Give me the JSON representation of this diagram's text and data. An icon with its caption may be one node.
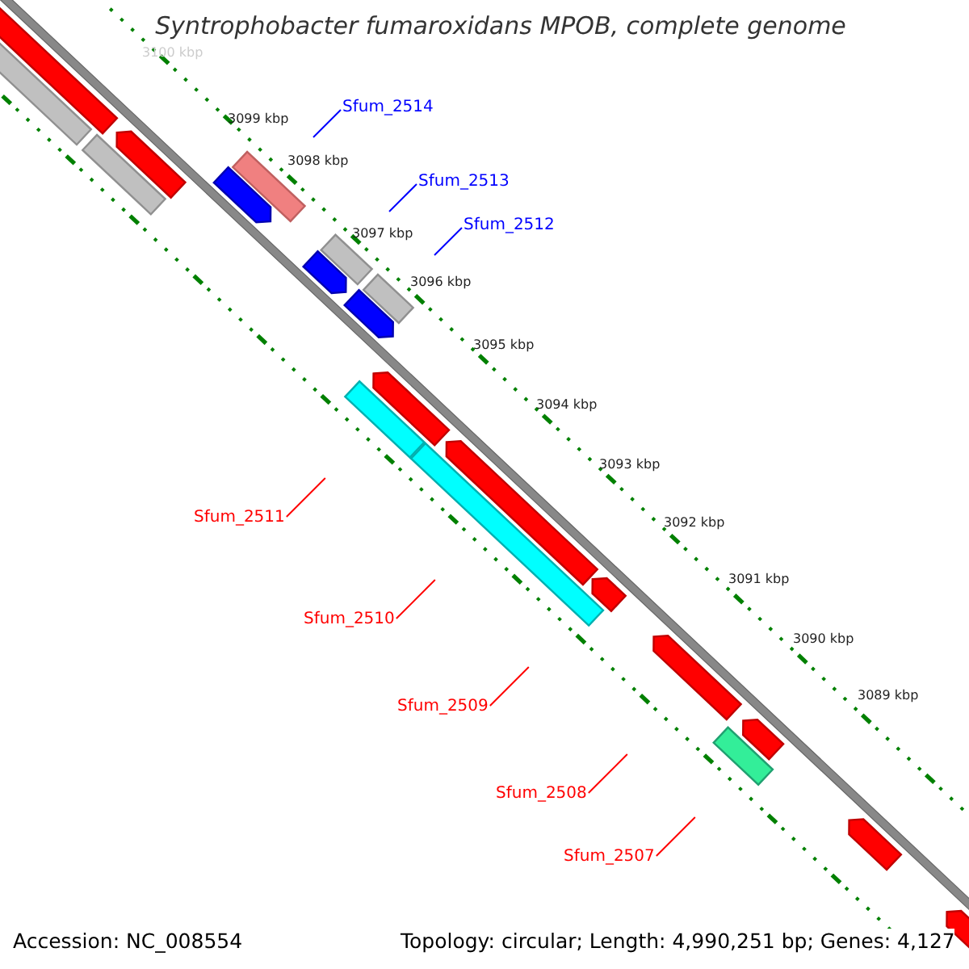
{
  "diagram": {
    "title": "Syntrophobacter fumaroxidans MPOB, complete genome",
    "nodes": [
      {
        "text": [
          "Sfum_2514"
        ]
      },
      {
        "text": [
          "Sfum_2513"
        ]
      },
      {
        "text": [
          "Sfum_2512"
        ]
      },
      {
        "text": [
          "Sfum_2511"
        ]
      },
      {
        "text": [
          "Sfum_2510"
        ]
      },
      {
        "text": [
          "Sfum_2509"
        ]
      },
      {
        "text": [
          "Sfum_2508"
        ]
      },
      {
        "text": [
          "Sfum_2507"
        ]
      }
    ],
    "edges": [
      {
        "from": 0,
        "to": null,
        "arrow": "none",
        "color": "#0000ff"
      },
      {
        "from": 1,
        "to": null,
        "arrow": "none",
        "color": "#0000ff"
      },
      {
        "from": 2,
        "to": null,
        "arrow": "none",
        "color": "#0000ff"
      },
      {
        "from": 3,
        "to": null,
        "arrow": "none"
      },
      {
        "from": 4,
        "to": null,
        "arrow": "none"
      },
      {
        "from": 5,
        "to": null,
        "arrow": "none"
      },
      {
        "from": 6,
        "to": null,
        "arrow": "none"
      },
      {
        "from": 7,
        "to": null,
        "arrow": "none"
      }
    ],
    "labels": [
      "3100 kbp",
      "3099 kbp",
      "3098 kbp",
      "3097 kbp",
      "3096 kbp",
      "3095 kbp",
      "3094 kbp",
      "3093 kbp",
      "3092 kbp",
      "3091 kbp",
      "3090 kbp",
      "3089 kbp",
      "Accession: NC_008554",
      "Topology: circular; Length: 4,990,251 bp; Genes: 4,127"
    ]
  }
}
